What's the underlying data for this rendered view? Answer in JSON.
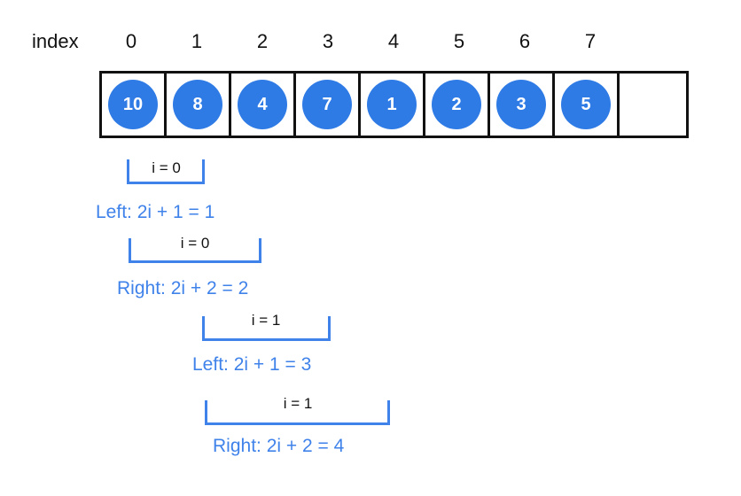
{
  "index_label": "index",
  "indices": [
    "0",
    "1",
    "2",
    "3",
    "4",
    "5",
    "6",
    "7"
  ],
  "array": [
    "10",
    "8",
    "4",
    "7",
    "1",
    "2",
    "3",
    "5"
  ],
  "steps": [
    {
      "i_label": "i = 0",
      "formula": "Left: 2i + 1 = 1"
    },
    {
      "i_label": "i = 0",
      "formula": "Right: 2i + 2 = 2"
    },
    {
      "i_label": "i = 1",
      "formula": "Left: 2i + 1 = 3"
    },
    {
      "i_label": "i = 1",
      "formula": "Right: 2i + 2 = 4"
    }
  ],
  "colors": {
    "node": "#2f7be6",
    "annotation": "#3f82ea",
    "border": "#111111"
  }
}
